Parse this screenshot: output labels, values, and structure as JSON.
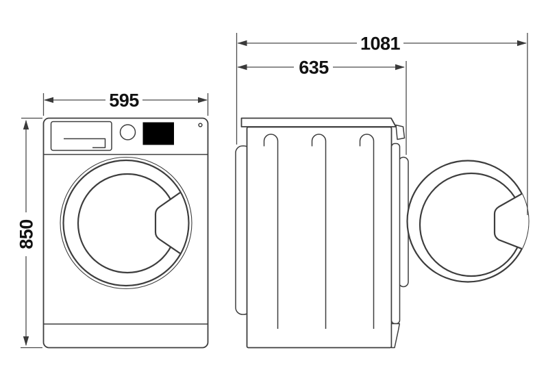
{
  "diagram": {
    "subject": "washing machine dimension drawing",
    "views": {
      "front": "front-view",
      "side": "side-view"
    },
    "dimensions": {
      "width_front": "595",
      "height": "850",
      "depth_door_open": "1081",
      "depth_body": "635"
    }
  },
  "colors": {
    "outline": "#3d3d3d",
    "dimension_line": "#4a4a4a",
    "label_text": "#121212",
    "display_screen": "#000000",
    "background": "#ffffff"
  }
}
